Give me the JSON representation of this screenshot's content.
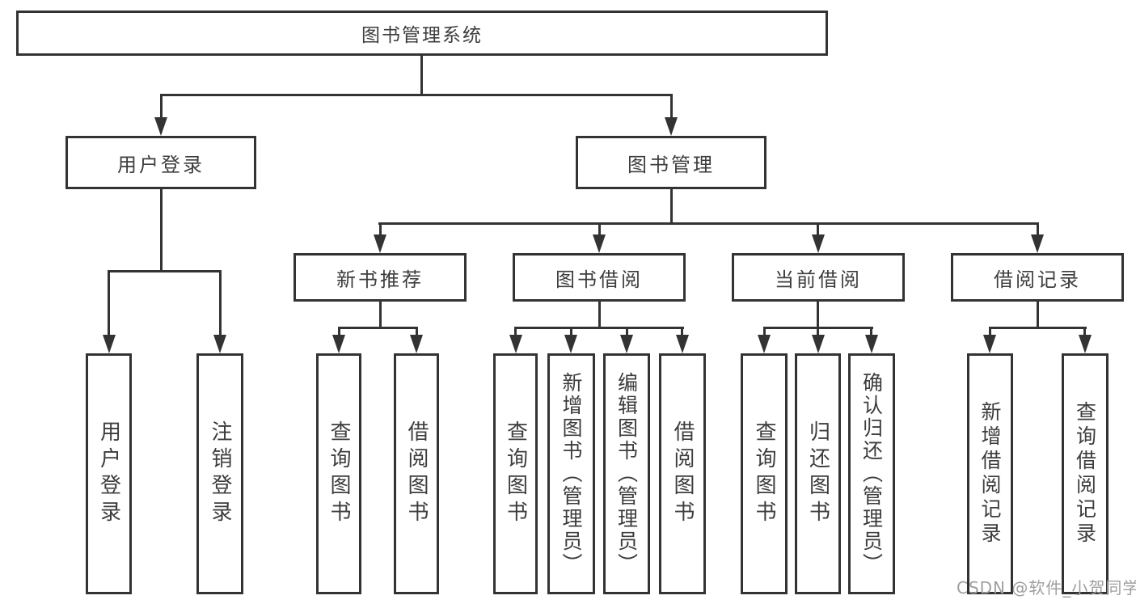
{
  "nodes": {
    "root": "图书管理系统",
    "login": "用户登录",
    "mgmt": "图书管理",
    "recommend": "新书推荐",
    "borrow": "图书借阅",
    "current": "当前借阅",
    "records": "借阅记录",
    "leaf_login": "用户登录",
    "leaf_logout": "注销登录",
    "rec_query": "查询图书",
    "rec_borrow": "借阅图书",
    "bor_query": "查询图书",
    "bor_add": "新增图书（管理员）",
    "bor_edit": "编辑图书（管理员）",
    "bor_borrow": "借阅图书",
    "cur_query": "查询图书",
    "cur_return": "归还图书",
    "cur_confirm": "确认归还（管理员）",
    "rcd_add": "新增借阅记录",
    "rcd_query": "查询借阅记录"
  },
  "hierarchy": {
    "图书管理系统": {
      "用户登录": [
        "用户登录",
        "注销登录"
      ],
      "图书管理": {
        "新书推荐": [
          "查询图书",
          "借阅图书"
        ],
        "图书借阅": [
          "查询图书",
          "新增图书（管理员）",
          "编辑图书（管理员）",
          "借阅图书"
        ],
        "当前借阅": [
          "查询图书",
          "归还图书",
          "确认归还（管理员）"
        ],
        "借阅记录": [
          "新增借阅记录",
          "查询借阅记录"
        ]
      }
    }
  },
  "watermark": "CSDN @软件_小贺同学",
  "colors": {
    "line": "#333333",
    "text": "#3d3d3d",
    "watermark": "#9f9f9f",
    "background": "#ffffff"
  }
}
